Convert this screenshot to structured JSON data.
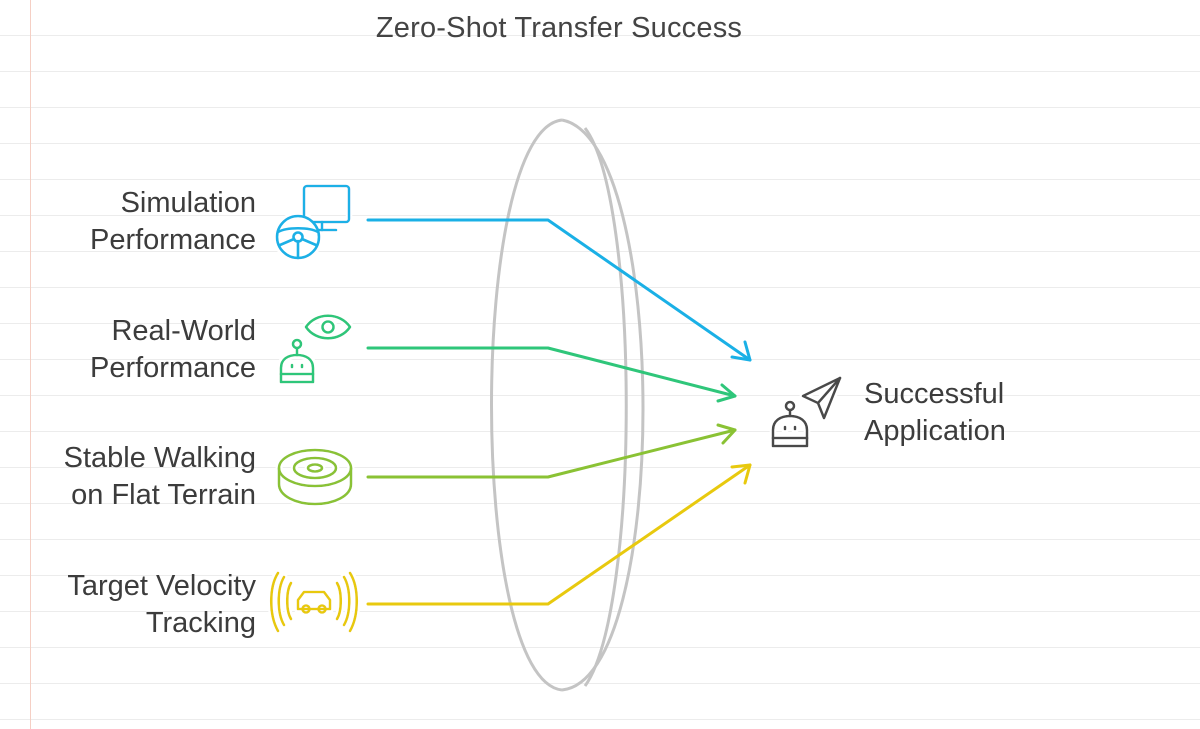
{
  "title": "Zero-Shot Transfer Success",
  "inputs": [
    {
      "line1": "Simulation",
      "line2": "Performance",
      "icon": "steering-wheel-monitor-icon",
      "color": "#1ab0e6"
    },
    {
      "line1": "Real-World",
      "line2": "Performance",
      "icon": "robot-eye-icon",
      "color": "#2fc67a"
    },
    {
      "line1": "Stable Walking",
      "line2": "on Flat Terrain",
      "icon": "robot-vacuum-icon",
      "color": "#8ac234"
    },
    {
      "line1": "Target Velocity",
      "line2": "Tracking",
      "icon": "car-signal-icon",
      "color": "#e8c90e"
    }
  ],
  "output": {
    "line1": "Successful",
    "line2": "Application",
    "icon": "robot-send-icon",
    "color": "#4a4a4a"
  },
  "lens_color": "#c4c4c4"
}
